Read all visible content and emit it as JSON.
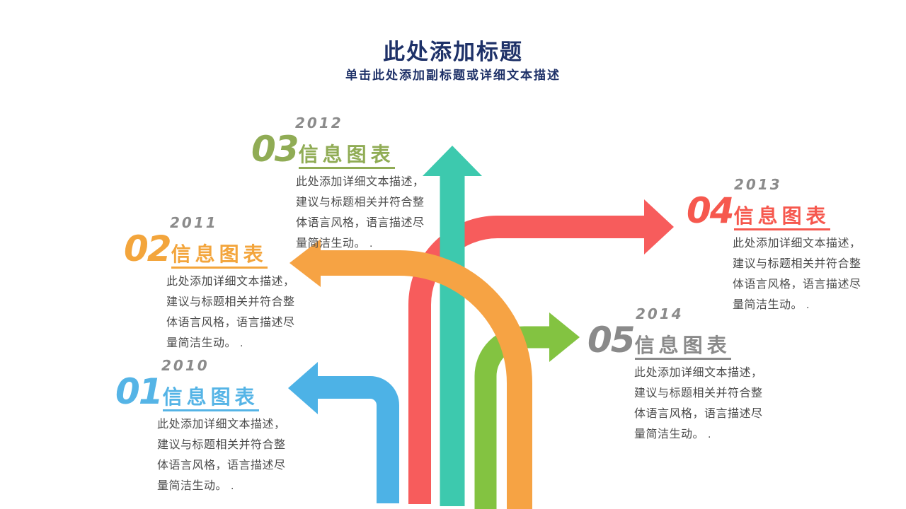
{
  "slide": {
    "title": "此处添加标题",
    "subtitle": "单击此处添加副标题或详细文本描述",
    "title_color": "#1E3168",
    "background_color": "#FFFFFF"
  },
  "items": [
    {
      "number": "01",
      "year": "2010",
      "label": "信息图表",
      "color": "#55B4E6",
      "desc": [
        "此处添加详细文本描述，",
        "建议与标题相关并符合整",
        "体语言风格，语言描述尽",
        "量简洁生动。 ."
      ]
    },
    {
      "number": "02",
      "year": "2011",
      "label": "信息图表",
      "color": "#F3A53C",
      "desc": [
        "此处添加详细文本描述，",
        "建议与标题相关并符合整",
        "体语言风格，语言描述尽",
        "量简洁生动。 ."
      ]
    },
    {
      "number": "03",
      "year": "2012",
      "label": "信息图表",
      "color": "#90AC55",
      "desc": [
        "此处添加详细文本描述，",
        "建议与标题相关并符合整",
        "体语言风格，语言描述尽",
        "量简洁生动。 ."
      ]
    },
    {
      "number": "04",
      "year": "2013",
      "label": "信息图表",
      "color": "#F6584E",
      "desc": [
        "此处添加详细文本描述，",
        "建议与标题相关并符合整",
        "体语言风格，语言描述尽",
        "量简洁生动。 ."
      ]
    },
    {
      "number": "05",
      "year": "2014",
      "label": "信息图表",
      "color": "#8A8A8A",
      "desc": [
        "此处添加详细文本描述，",
        "建议与标题相关并符合整",
        "体语言风格，语言描述尽",
        "量简洁生动。 ."
      ]
    }
  ],
  "arrows": [
    {
      "name": "up-arrow",
      "color": "#3DC9AE",
      "direction": "up"
    },
    {
      "name": "right-arrow",
      "color": "#F75C5C",
      "direction": "right"
    },
    {
      "name": "left-arrow",
      "color": "#F6A344",
      "direction": "left"
    },
    {
      "name": "branch-right-arrow",
      "color": "#83C341",
      "direction": "right"
    },
    {
      "name": "lower-left-arrow",
      "color": "#4DB2E6",
      "direction": "left"
    }
  ]
}
